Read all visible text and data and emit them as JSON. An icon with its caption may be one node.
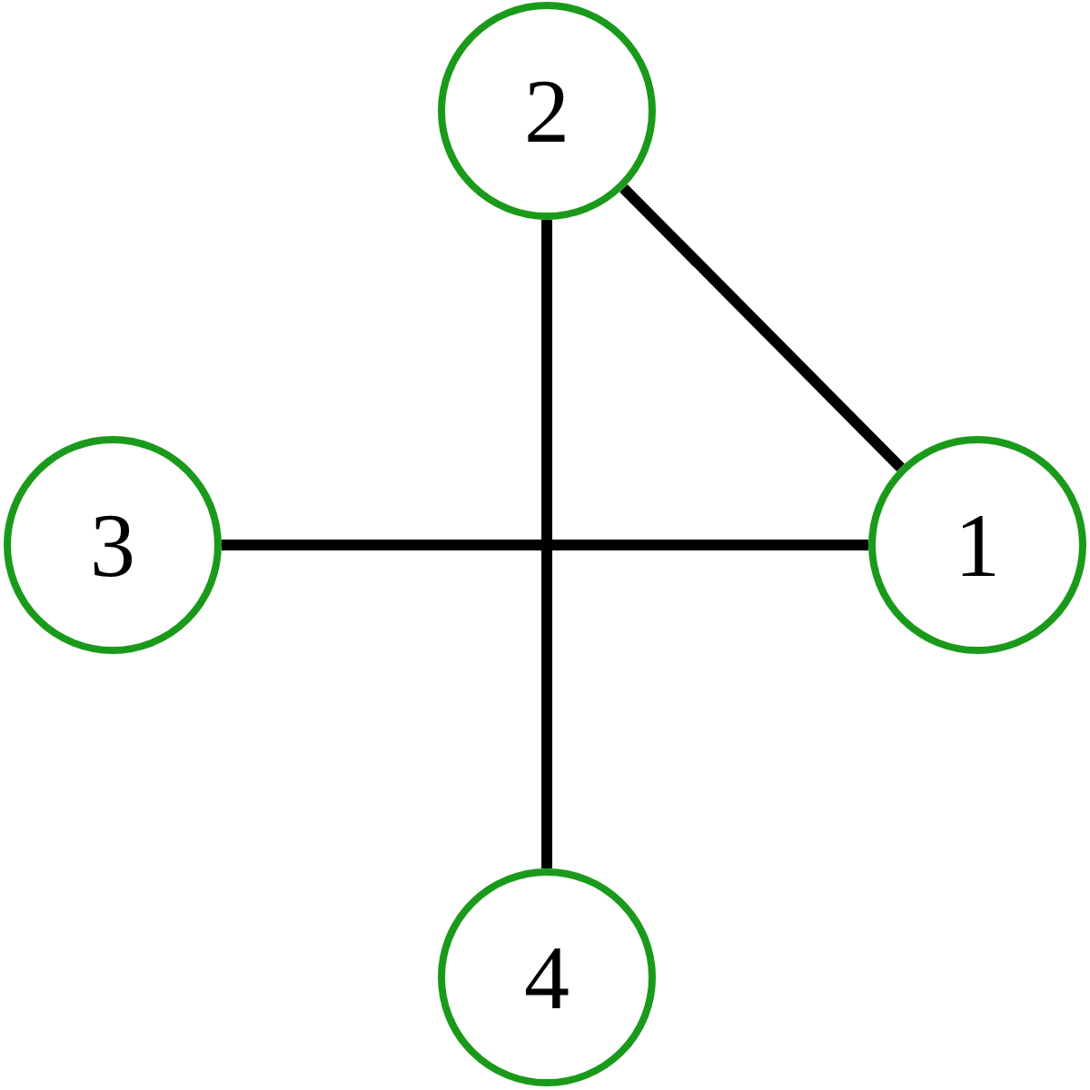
{
  "diagram": {
    "nodes": [
      {
        "text": [
          "2"
        ]
      },
      {
        "text": [
          "3"
        ]
      },
      {
        "text": [
          "1"
        ]
      },
      {
        "text": [
          "4"
        ]
      }
    ],
    "edges": [
      {
        "from": 0,
        "to": 3,
        "arrow": "none"
      },
      {
        "from": 1,
        "to": 2,
        "arrow": "none"
      },
      {
        "from": 0,
        "to": 2,
        "arrow": "none"
      }
    ]
  }
}
